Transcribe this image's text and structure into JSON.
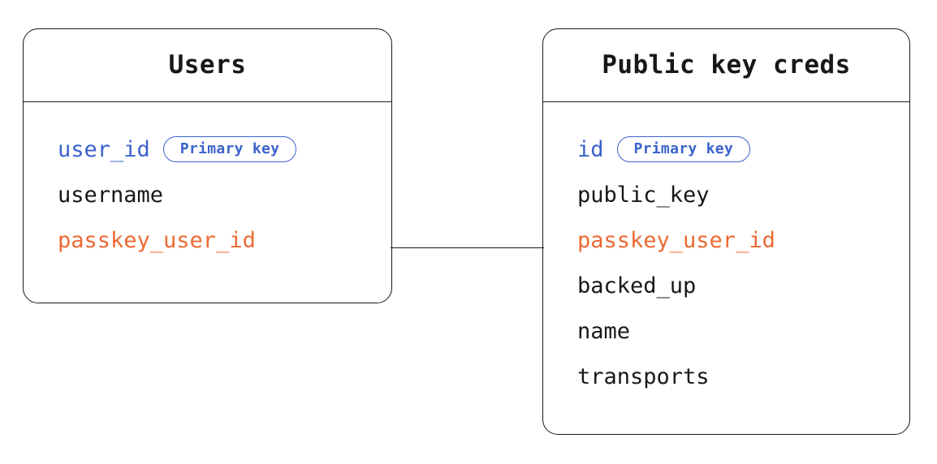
{
  "diagram": {
    "type": "entity-relationship-diagram",
    "background_color": "#ffffff",
    "colors": {
      "border": "#1a1a1a",
      "text": "#17181a",
      "primary_key": "#3a62cc",
      "foreign_key": "#ec6a33"
    },
    "entities": [
      {
        "id": "users",
        "title": "Users",
        "fields": [
          {
            "name": "user_id",
            "role": "primary",
            "badge": "Primary key"
          },
          {
            "name": "username",
            "role": "plain",
            "badge": null
          },
          {
            "name": "passkey_user_id",
            "role": "foreign",
            "badge": null
          }
        ]
      },
      {
        "id": "public_key_creds",
        "title": "Public key creds",
        "fields": [
          {
            "name": "id",
            "role": "primary",
            "badge": "Primary key"
          },
          {
            "name": "public_key",
            "role": "plain",
            "badge": null
          },
          {
            "name": "passkey_user_id",
            "role": "foreign",
            "badge": null
          },
          {
            "name": "backed_up",
            "role": "plain",
            "badge": null
          },
          {
            "name": "name",
            "role": "plain",
            "badge": null
          },
          {
            "name": "transports",
            "role": "plain",
            "badge": null
          }
        ]
      }
    ],
    "relationships": [
      {
        "from_entity": "users",
        "from_field": "passkey_user_id",
        "to_entity": "public_key_creds",
        "to_field": "passkey_user_id",
        "style": "plain-line"
      }
    ]
  }
}
